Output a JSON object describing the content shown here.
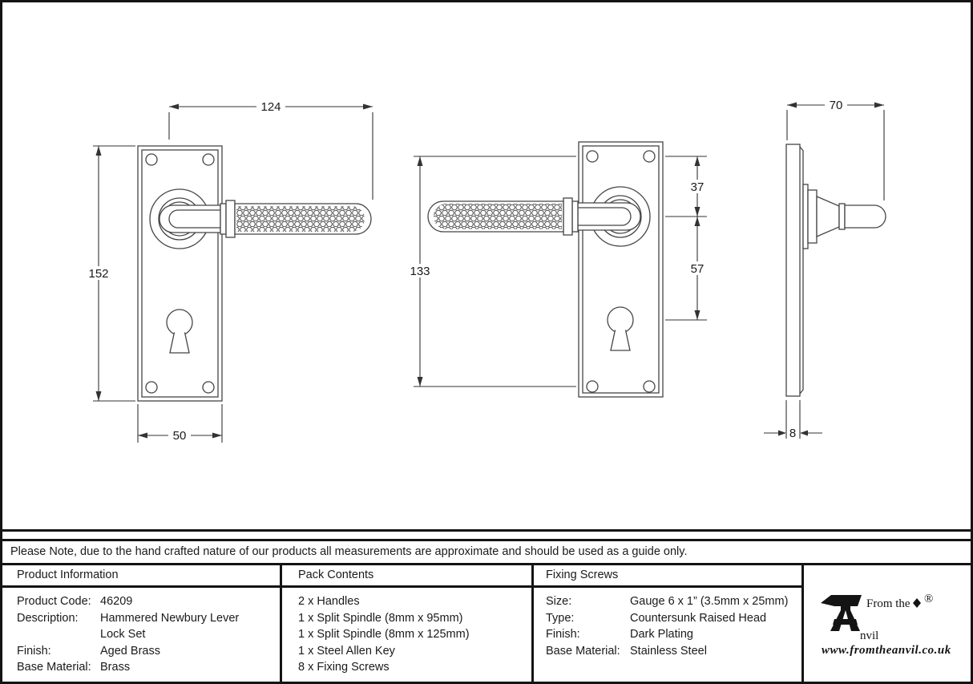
{
  "note": {
    "text": "Please Note, due to the hand crafted nature of our products all measurements are approximate and should be used as a guide only."
  },
  "table": {
    "product_information": {
      "header": "Product Information",
      "rows": [
        {
          "label": "Product Code:",
          "value": "46209"
        },
        {
          "label": "Description:",
          "value": "Hammered Newbury Lever"
        },
        {
          "label": "",
          "value": "Lock Set"
        },
        {
          "label": "Finish:",
          "value": "Aged Brass"
        },
        {
          "label": "Base Material:",
          "value": "Brass"
        }
      ]
    },
    "pack_contents": {
      "header": "Pack Contents",
      "items": [
        "2 x Handles",
        "1 x Split Spindle (8mm x 95mm)",
        "1 x Split Spindle (8mm x 125mm)",
        "1 x Steel Allen Key",
        "8 x Fixing Screws"
      ]
    },
    "fixing_screws": {
      "header": "Fixing Screws",
      "rows": [
        {
          "label": "Size:",
          "value": "Gauge 6 x 1” (3.5mm x 25mm)"
        },
        {
          "label": "Type:",
          "value": "Countersunk Raised Head"
        },
        {
          "label": "Finish:",
          "value": "Dark Plating"
        },
        {
          "label": "Base Material:",
          "value": "Stainless Steel"
        }
      ]
    }
  },
  "drawings": {
    "front_view": {
      "overall_length": "124",
      "plate_height": "152",
      "plate_width": "50"
    },
    "rear_view": {
      "fixing_centres": "133",
      "screw_to_spindle": "37",
      "spindle_to_keyhole": "57"
    },
    "side_view": {
      "projection": "70",
      "plate_thickness": "8"
    }
  },
  "logo": {
    "icon": "anvil",
    "prefix": "From the",
    "wordmark_rest": "nvil",
    "registered": "®",
    "website": "www.fromtheanvil.co.uk"
  },
  "colors": {
    "line": "#454545",
    "dim": "#333333",
    "border": "#141414"
  }
}
